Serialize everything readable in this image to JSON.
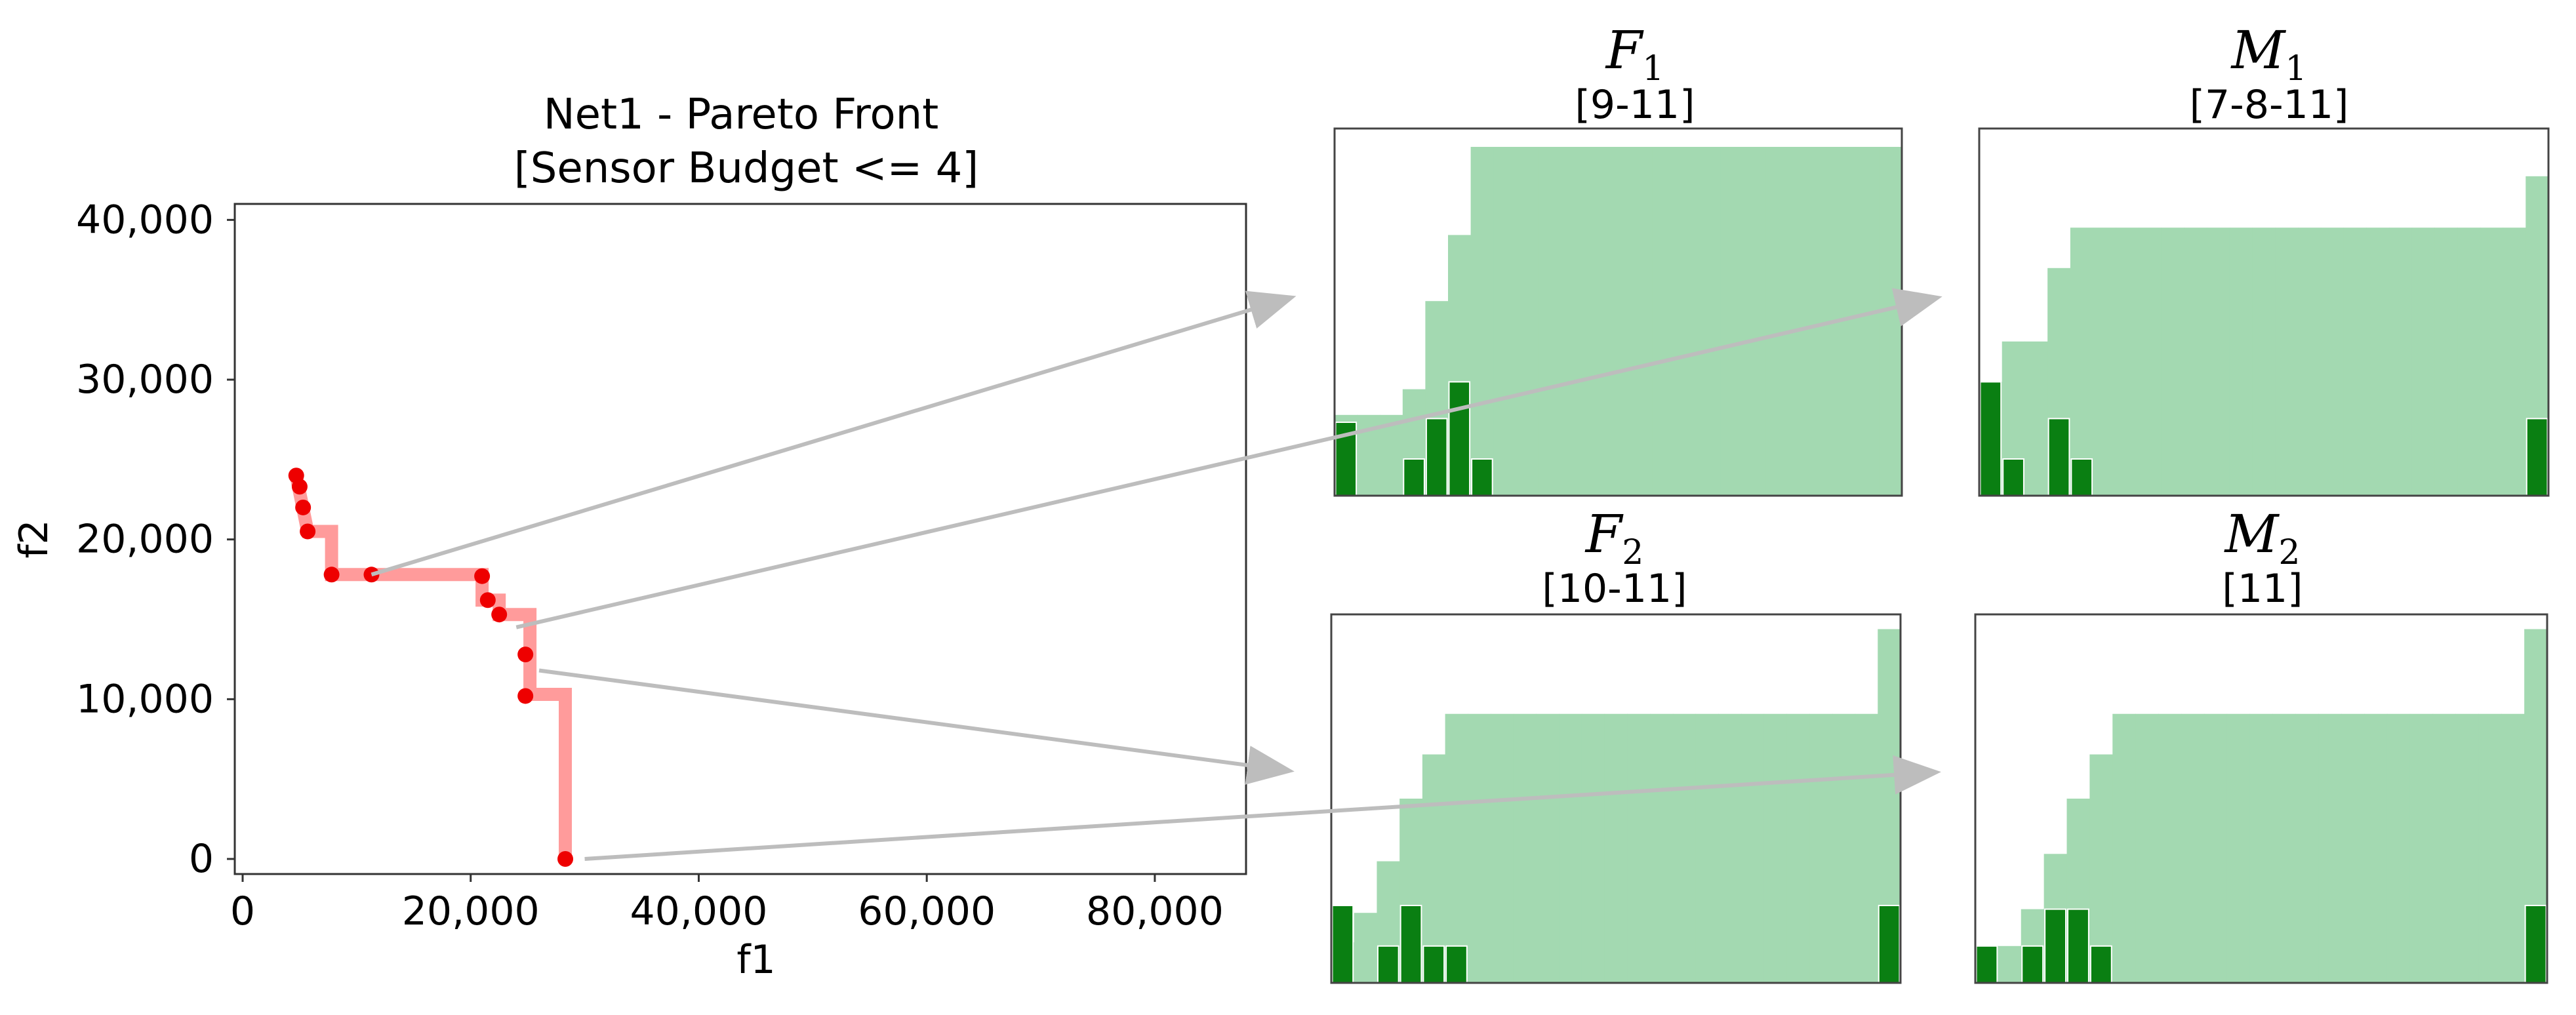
{
  "pareto": {
    "title_line1": "Net1 - Pareto Front",
    "title_line2": "[Sensor Budget <= 4]",
    "xlabel": "f1",
    "ylabel": "f2",
    "xticks": [
      "0",
      "20,000",
      "40,000",
      "60,000",
      "80,000"
    ],
    "yticks": [
      "0",
      "10,000",
      "20,000",
      "30,000",
      "40,000"
    ]
  },
  "panels": [
    {
      "id": "F1",
      "letter": "F",
      "sub": "1",
      "range": "[9-11]"
    },
    {
      "id": "M1",
      "letter": "M",
      "sub": "1",
      "range": "[7-8-11]"
    },
    {
      "id": "F2",
      "letter": "F",
      "sub": "2",
      "range": "[10-11]"
    },
    {
      "id": "M2",
      "letter": "M",
      "sub": "2",
      "range": "[11]"
    }
  ],
  "colors": {
    "front_line": "#ff9b9b",
    "front_points": "#ee0000",
    "cumulative_fill": "#a3d9b1",
    "bar_fill": "#0a7f12",
    "arrow": "#bdbdbd"
  },
  "chart_data": [
    {
      "type": "line",
      "title": "Net1 - Pareto Front [Sensor Budget <= 4]",
      "xlabel": "f1",
      "ylabel": "f2",
      "xlim": [
        0,
        88000
      ],
      "ylim": [
        0,
        41000
      ],
      "step_line": true,
      "series": [
        {
          "points": [
            {
              "x": 4700,
              "y": 24000
            },
            {
              "x": 5000,
              "y": 23300
            },
            {
              "x": 5300,
              "y": 22000
            },
            {
              "x": 5700,
              "y": 20500
            },
            {
              "x": 7800,
              "y": 17800
            },
            {
              "x": 11300,
              "y": 17800
            },
            {
              "x": 21000,
              "y": 17700
            },
            {
              "x": 21500,
              "y": 16200
            },
            {
              "x": 22500,
              "y": 15300
            },
            {
              "x": 24800,
              "y": 12800
            },
            {
              "x": 24800,
              "y": 10200
            },
            {
              "x": 28300,
              "y": 0
            }
          ]
        }
      ],
      "step_path": [
        {
          "x": 4700,
          "y": 24000
        },
        {
          "x": 5700,
          "y": 20500
        },
        {
          "x": 7800,
          "y": 20500
        },
        {
          "x": 7800,
          "y": 17800
        },
        {
          "x": 21000,
          "y": 17800
        },
        {
          "x": 21000,
          "y": 16200
        },
        {
          "x": 22500,
          "y": 16200
        },
        {
          "x": 22500,
          "y": 15300
        },
        {
          "x": 25200,
          "y": 15300
        },
        {
          "x": 25200,
          "y": 10300
        },
        {
          "x": 28300,
          "y": 10300
        },
        {
          "x": 28300,
          "y": 0
        }
      ],
      "callouts": [
        {
          "from": {
            "x": 11300,
            "y": 17800
          },
          "to": "F1"
        },
        {
          "from": {
            "x": 24000,
            "y": 14500
          },
          "to": "M1"
        },
        {
          "from": {
            "x": 26000,
            "y": 11800
          },
          "to": "F2"
        },
        {
          "from": {
            "x": 30000,
            "y": 0
          },
          "to": "M2"
        }
      ]
    },
    {
      "type": "bar",
      "panel": "F1",
      "bins": 25,
      "cumulative": [
        0.22,
        0.22,
        0.22,
        0.29,
        0.53,
        0.71,
        0.95,
        0.95,
        0.95,
        0.95,
        0.95,
        0.95,
        0.95,
        0.95,
        0.95,
        0.95,
        0.95,
        0.95,
        0.95,
        0.95,
        0.95,
        0.95,
        0.95,
        0.95,
        0.95
      ],
      "values": [
        0.2,
        0,
        0,
        0.1,
        0.21,
        0.31,
        0.1,
        0,
        0,
        0,
        0,
        0,
        0,
        0,
        0,
        0,
        0,
        0,
        0,
        0,
        0,
        0,
        0,
        0,
        0
      ]
    },
    {
      "type": "bar",
      "panel": "M1",
      "bins": 25,
      "cumulative": [
        0.31,
        0.42,
        0.42,
        0.62,
        0.73,
        0.73,
        0.73,
        0.73,
        0.73,
        0.73,
        0.73,
        0.73,
        0.73,
        0.73,
        0.73,
        0.73,
        0.73,
        0.73,
        0.73,
        0.73,
        0.73,
        0.73,
        0.73,
        0.73,
        0.87
      ],
      "values": [
        0.31,
        0.1,
        0,
        0.21,
        0.1,
        0,
        0,
        0,
        0,
        0,
        0,
        0,
        0,
        0,
        0,
        0,
        0,
        0,
        0,
        0,
        0,
        0,
        0,
        0,
        0.21
      ]
    },
    {
      "type": "bar",
      "panel": "F2",
      "bins": 25,
      "cumulative": [
        0.11,
        0.19,
        0.33,
        0.5,
        0.62,
        0.73,
        0.73,
        0.73,
        0.73,
        0.73,
        0.73,
        0.73,
        0.73,
        0.73,
        0.73,
        0.73,
        0.73,
        0.73,
        0.73,
        0.73,
        0.73,
        0.73,
        0.73,
        0.73,
        0.96
      ],
      "values": [
        0.21,
        0,
        0.1,
        0.21,
        0.1,
        0.1,
        0,
        0,
        0,
        0,
        0,
        0,
        0,
        0,
        0,
        0,
        0,
        0,
        0,
        0,
        0,
        0,
        0,
        0,
        0.21
      ]
    },
    {
      "type": "bar",
      "panel": "M2",
      "bins": 25,
      "cumulative": [
        0.1,
        0.1,
        0.2,
        0.35,
        0.5,
        0.62,
        0.73,
        0.73,
        0.73,
        0.73,
        0.73,
        0.73,
        0.73,
        0.73,
        0.73,
        0.73,
        0.73,
        0.73,
        0.73,
        0.73,
        0.73,
        0.73,
        0.73,
        0.73,
        0.96
      ],
      "values": [
        0.1,
        0,
        0.1,
        0.2,
        0.2,
        0.1,
        0,
        0,
        0,
        0,
        0,
        0,
        0,
        0,
        0,
        0,
        0,
        0,
        0,
        0,
        0,
        0,
        0,
        0,
        0.21
      ]
    }
  ]
}
